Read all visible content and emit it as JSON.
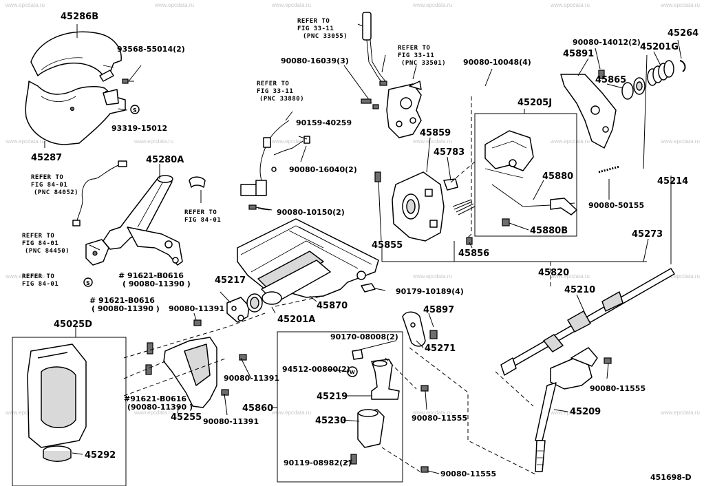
{
  "watermark": "www.epcdata.ru",
  "diagram_code": "451698-D",
  "labels": {
    "p45286B": "45286B",
    "p93568": "93568-55014(2)",
    "p93319": "93319-15012",
    "p45287": "45287",
    "p90080_16039": "90080-16039(3)",
    "p90159": "90159-40259",
    "p90080_16040": "90080-16040(2)",
    "p90080_10150": "90080-10150(2)",
    "p90080_10048": "90080-10048(4)",
    "p90080_14012": "90080-14012(2)",
    "p45264": "45264",
    "p45891": "45891",
    "p45201G": "45201G",
    "p45865": "45865",
    "p45205J": "45205J",
    "p45859": "45859",
    "p45783": "45783",
    "p45880": "45880",
    "p45880B": "45880B",
    "p45855": "45855",
    "p45856": "45856",
    "p90080_50155": "90080-50155",
    "p45214": "45214",
    "p45273": "45273",
    "p45820": "45820",
    "p45280A": "45280A",
    "p91621_a": "# 91621-B0616",
    "p90080_11390_a": "( 90080-11390 )",
    "p91621_b": "# 91621-B0616",
    "p90080_11390_b": "( 90080-11390 )",
    "p45217": "45217",
    "p45201A": "45201A",
    "p45870": "45870",
    "p90179": "90179-10189(4)",
    "p45210": "45210",
    "p90080_11391_a": "90080-11391",
    "p45025D": "45025D",
    "p45897": "45897",
    "p90170": "90170-08008(2)",
    "p94512": "94512-00800(2)",
    "p45219": "45219",
    "p45271": "45271",
    "p90080_11391_b": "90080-11391",
    "p91621_c": "#91621-B0616",
    "p90080_11390_c": "(90080-11390 )",
    "p45255": "45255",
    "p90080_11391_c": "90080-11391",
    "p45860": "45860",
    "p45230": "45230",
    "p90080_11555_a": "90080-11555",
    "p90080_11555_b": "90080-11555",
    "p45209": "45209",
    "p90080_11555_c": "90080-11555",
    "p90119": "90119-08982(2)",
    "p45292": "45292"
  },
  "refs": {
    "r1": [
      "REFER TO",
      "FIG 33-11",
      "(PNC 33055)"
    ],
    "r2": [
      "REFER TO",
      "FIG 33-11",
      "(PNC 33501)"
    ],
    "r3": [
      "REFER TO",
      "FIG 33-11",
      "(PNC 33880)"
    ],
    "r4": [
      "REFER TO",
      "FIG 84-01",
      "(PNC 84052)"
    ],
    "r5": [
      "REFER TO",
      "FIG 84-01"
    ],
    "r6": [
      "REFER TO",
      "FIG 84-01",
      "(PNC 84450)"
    ],
    "r7": [
      "REFER TO",
      "FIG 84-01"
    ]
  }
}
